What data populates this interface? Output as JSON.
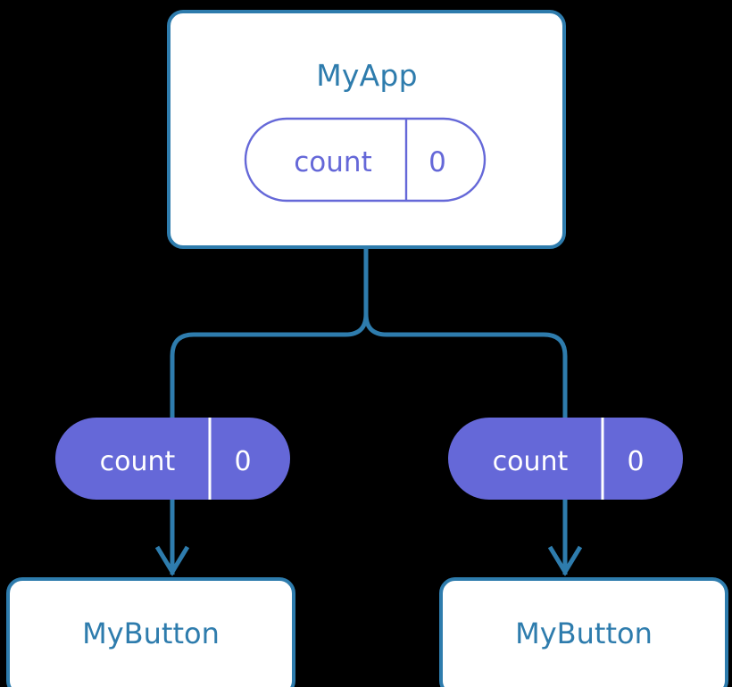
{
  "theme": {
    "background": "#000000",
    "card_fill": "#FFFFFF",
    "card_border": "#2E7CAD",
    "accent_blue": "#2E7CAD",
    "state_purple": "#6568D8",
    "state_purple_text": "#6568D8",
    "state_filled_text": "#FFFFFF",
    "connector": "#2E7CAD"
  },
  "diagram": {
    "type": "component-state-tree",
    "root": {
      "name": "root-component",
      "title": "MyApp",
      "state": {
        "key": "count",
        "value": "0",
        "style": "outlined"
      }
    },
    "children": [
      {
        "name": "child-left",
        "state": {
          "key": "count",
          "value": "0",
          "style": "filled"
        },
        "component": {
          "title": "MyButton"
        }
      },
      {
        "name": "child-right",
        "state": {
          "key": "count",
          "value": "0",
          "style": "filled"
        },
        "component": {
          "title": "MyButton"
        }
      }
    ]
  }
}
